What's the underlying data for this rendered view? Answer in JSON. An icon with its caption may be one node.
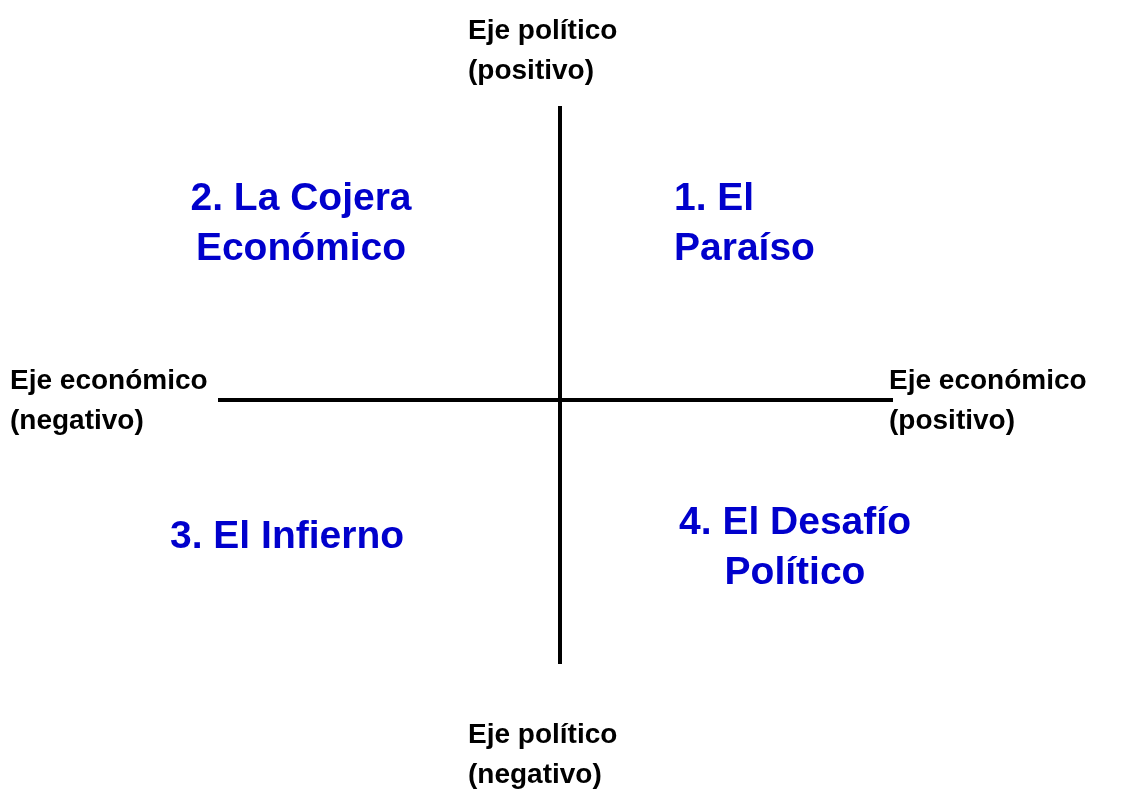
{
  "diagram": {
    "labels": [
      "Eje político (positivo)",
      "2. La Cojera Económico",
      "1. El Paraíso",
      "Eje económico (negativo)",
      "Eje económico (positivo)",
      "3. El Infierno",
      "4. El Desafío Político",
      "Eje político (negativo)"
    ]
  }
}
